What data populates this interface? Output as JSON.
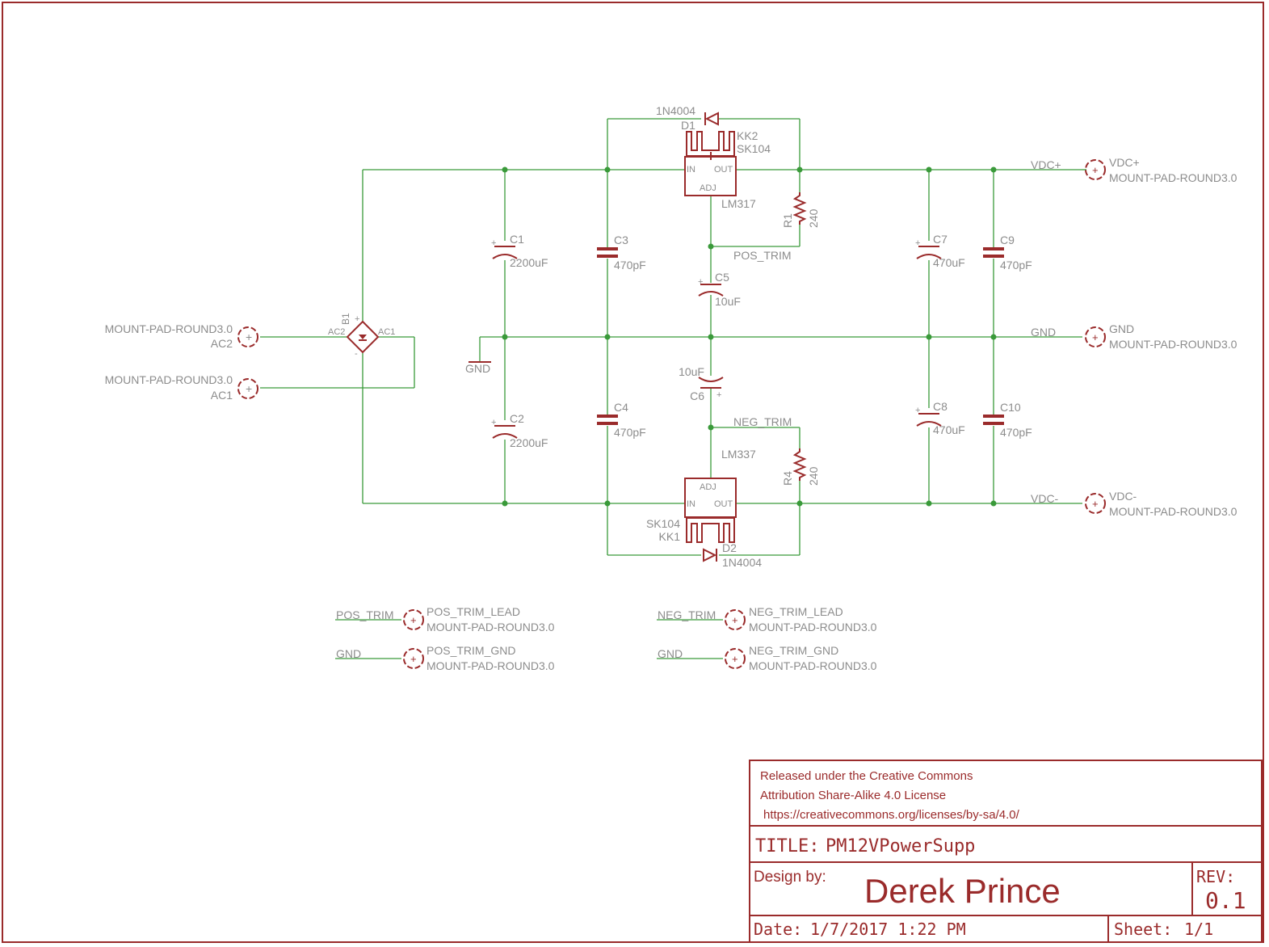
{
  "pads": {
    "ac2": {
      "name": "AC2",
      "value": "MOUNT-PAD-ROUND3.0"
    },
    "ac1": {
      "name": "AC1",
      "value": "MOUNT-PAD-ROUND3.0"
    },
    "vdc_pos": {
      "name": "VDC+",
      "value": "MOUNT-PAD-ROUND3.0"
    },
    "gnd": {
      "name": "GND",
      "value": "MOUNT-PAD-ROUND3.0"
    },
    "vdc_neg": {
      "name": "VDC-",
      "value": "MOUNT-PAD-ROUND3.0"
    },
    "pos_trim_lead": {
      "name": "POS_TRIM_LEAD",
      "value": "MOUNT-PAD-ROUND3.0",
      "net": "POS_TRIM"
    },
    "pos_trim_gnd": {
      "name": "POS_TRIM_GND",
      "value": "MOUNT-PAD-ROUND3.0",
      "net": "GND"
    },
    "neg_trim_lead": {
      "name": "NEG_TRIM_LEAD",
      "value": "MOUNT-PAD-ROUND3.0",
      "net": "NEG_TRIM"
    },
    "neg_trim_gnd": {
      "name": "NEG_TRIM_GND",
      "value": "MOUNT-PAD-ROUND3.0",
      "net": "GND"
    }
  },
  "bridge": {
    "name": "B1",
    "pin_ac1": "AC1",
    "pin_ac2": "AC2",
    "plus": "+",
    "minus": "-"
  },
  "capacitors": {
    "c1": {
      "name": "C1",
      "value": "2200uF"
    },
    "c2": {
      "name": "C2",
      "value": "2200uF"
    },
    "c3": {
      "name": "C3",
      "value": "470pF"
    },
    "c4": {
      "name": "C4",
      "value": "470pF"
    },
    "c5": {
      "name": "C5",
      "value": "10uF"
    },
    "c6": {
      "name": "C6",
      "value": "10uF"
    },
    "c7": {
      "name": "C7",
      "value": "470uF"
    },
    "c8": {
      "name": "C8",
      "value": "470uF"
    },
    "c9": {
      "name": "C9",
      "value": "470pF"
    },
    "c10": {
      "name": "C10",
      "value": "470pF"
    },
    "plus": "+"
  },
  "resistors": {
    "r1": {
      "name": "R1",
      "value": "240"
    },
    "r4": {
      "name": "R4",
      "value": "240"
    }
  },
  "diodes": {
    "d1": {
      "name": "D1",
      "value": "1N4004"
    },
    "d2": {
      "name": "D2",
      "value": "1N4004"
    }
  },
  "regulators": {
    "u_pos": {
      "value": "LM317",
      "pin_in": "IN",
      "pin_out": "OUT",
      "pin_adj": "ADJ"
    },
    "u_neg": {
      "value": "LM337",
      "pin_in": "IN",
      "pin_out": "OUT",
      "pin_adj": "ADJ"
    }
  },
  "heatsinks": {
    "kk2": {
      "name": "KK2",
      "value": "SK104"
    },
    "kk1": {
      "name": "KK1",
      "value": "SK104"
    }
  },
  "nets": {
    "vdc_pos": "VDC+",
    "gnd": "GND",
    "vdc_neg": "VDC-",
    "pos_trim": "POS_TRIM",
    "neg_trim": "NEG_TRIM",
    "gnd_symbol": "GND"
  },
  "title_block": {
    "license_line1": "Released under the Creative Commons",
    "license_line2": "Attribution Share-Alike 4.0 License",
    "license_url": "https://creativecommons.org/licenses/by-sa/4.0/",
    "title_label": "TITLE:",
    "title": "PM12VPowerSupp",
    "design_label": "Design by:",
    "designer": "Derek Prince",
    "rev_label": "REV:",
    "rev": "0.1",
    "date_label": "Date:",
    "date": "1/7/2017 1:22 PM",
    "sheet_label": "Sheet:",
    "sheet": "1/1"
  },
  "colors": {
    "wire": "#3a9a3a",
    "part": "#9a2b2b",
    "text": "#8c8c8c",
    "frame": "#9a2b2b"
  }
}
